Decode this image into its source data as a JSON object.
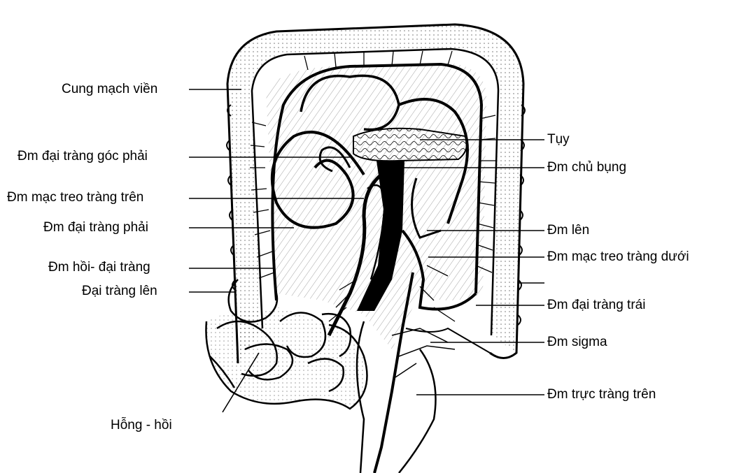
{
  "figure": {
    "line_color": "#000000",
    "background": "#ffffff",
    "labels_left": [
      "Cung mạch viền",
      "Đm đại tràng góc phải",
      "Đm mạc treo tràng trên",
      "Đm đại tràng phải",
      "Đm hồi- đại tràng",
      "Đại tràng lên",
      "Hỗng - hồi"
    ],
    "labels_right": [
      "Tụy",
      "Đm chủ bụng",
      "Đm lên",
      "Đm mạc treo tràng dưới",
      "Đm đại tràng trái",
      "Đm sigma",
      "Đm trực tràng trên"
    ]
  }
}
